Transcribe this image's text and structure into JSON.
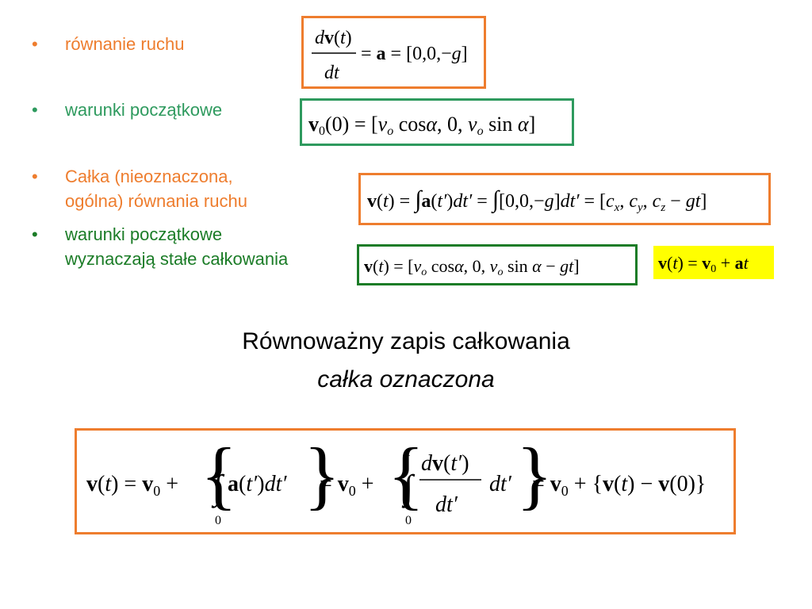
{
  "colors": {
    "orange": "#ee7d2e",
    "green": "#2e9a5e",
    "dark_green": "#1b7c27",
    "highlight": "#ffff00"
  },
  "bullets": [
    {
      "line1": "równanie ruchu",
      "line2": "",
      "color": "#ee7d2e"
    },
    {
      "line1": "warunki początkowe",
      "line2": "",
      "color": "#2e9a5e"
    },
    {
      "line1": "Całka (nieoznaczona,",
      "line2": "ogólna) równania ruchu",
      "color": "#ee7d2e"
    },
    {
      "line1": "warunki początkowe",
      "line2": "wyznaczają stałe całkowania",
      "color": "#1b7c27"
    }
  ],
  "bullet_symbol": "•",
  "heading": {
    "line1": "Równoważny zapis całkowania",
    "line2": "całka oznaczona"
  },
  "equations": {
    "eq1_num": "dv(t)",
    "eq1_den": "dt",
    "eq1_rhs": "= a = [0,0,−g]",
    "eq2": "v0(0) = [vo cosα, 0, vo sin α]",
    "eq3": "v(t) = ∫a(t′)dt′ = ∫[0,0,−g]dt′ = [cx, cy, cz − gt]",
    "eq4": "v(t) = [vo cosα, 0, vo sin α − gt]",
    "eq5": "v(t) = v0 + at",
    "eq6": "v(t) = v0 + {∫₀ᵗ a(t′)dt′} = v0 + {∫₀ᵗ (dv(t′)/dt′) dt′} = v0 + {v(t) − v(0)}"
  }
}
